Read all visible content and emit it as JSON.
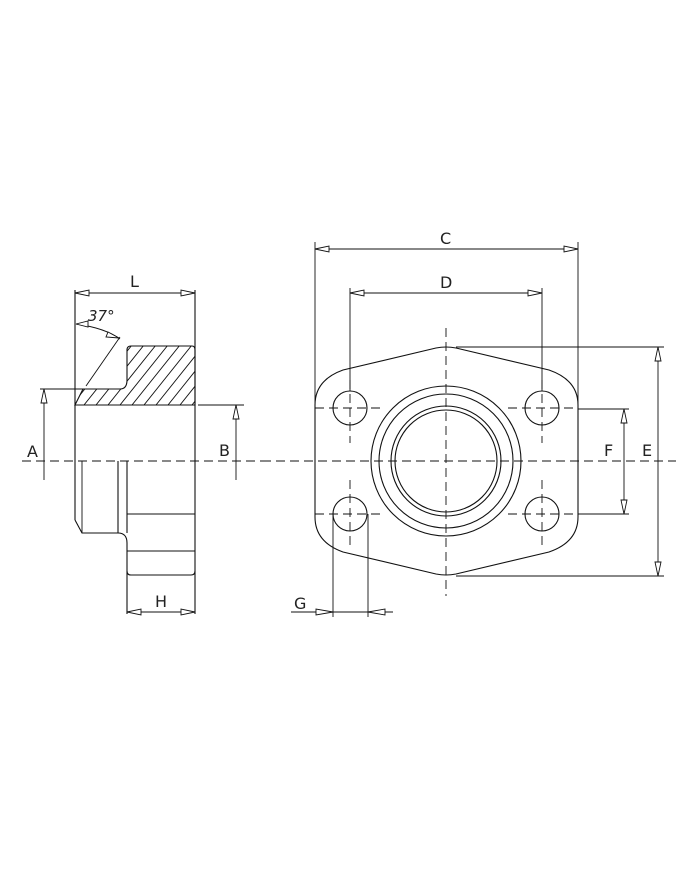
{
  "drawing": {
    "title": "SAE flange technical drawing",
    "views": [
      "side-section-view",
      "front-view"
    ],
    "labels": {
      "L": "L",
      "angle": "37°",
      "A": "A",
      "B": "B",
      "H": "H",
      "C": "C",
      "D": "D",
      "E": "E",
      "F": "F",
      "G": "G"
    }
  }
}
